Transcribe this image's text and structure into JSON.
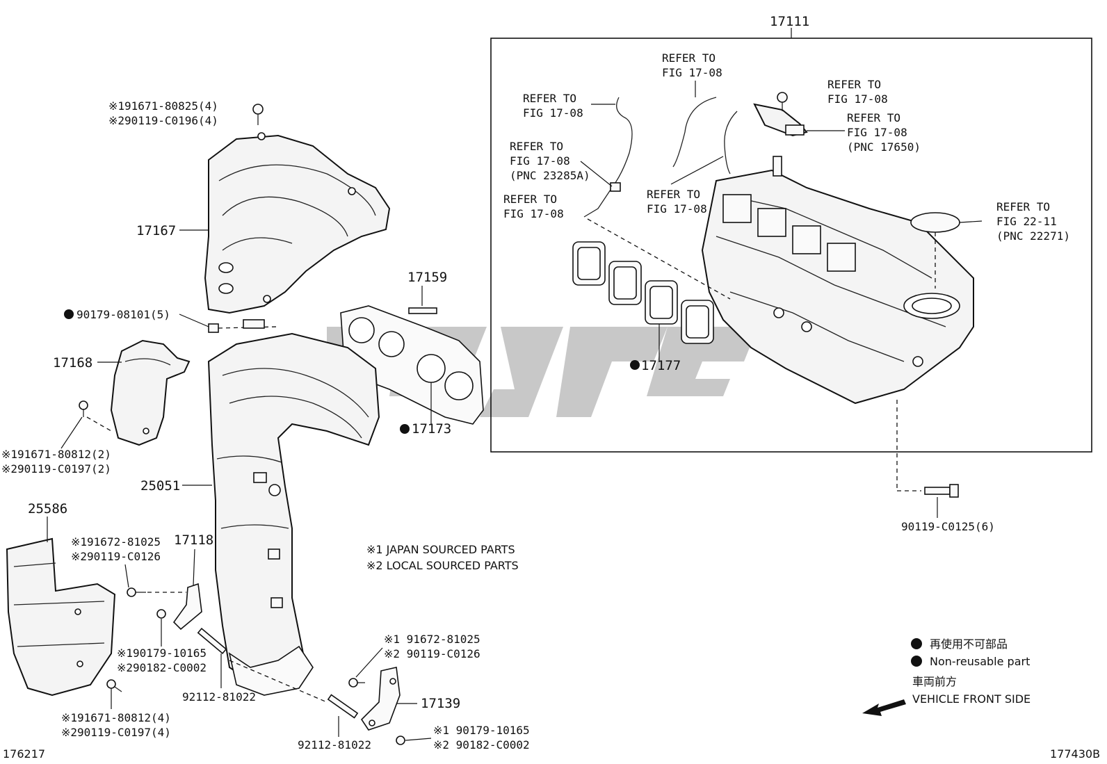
{
  "labels": {
    "p17111": "17111",
    "p17167": "17167",
    "p17159": "17159",
    "p17168": "17168",
    "p17173": "17173",
    "p17177": "17177",
    "p25051": "25051",
    "p25586": "25586",
    "p17118": "17118",
    "p17139": "17139",
    "nut_08101": "90179-08101(5)",
    "bolt_80825_1": "※191671-80825(4)",
    "bolt_80825_2": "※290119-C0196(4)",
    "bolt_80812_a1": "※191671-80812(2)",
    "bolt_80812_a2": "※290119-C0197(2)",
    "bolt_81025_a1": "※191672-81025",
    "bolt_81025_a2": "※290119-C0126",
    "nut_10165_a1": "※190179-10165",
    "nut_10165_a2": "※290182-C0002",
    "stud_81022_a": "92112-81022",
    "stud_81022_b": "92112-81022",
    "bolt_80812_b1": "※191671-80812(4)",
    "bolt_80812_b2": "※290119-C0197(4)",
    "bolt_81025_b1": "※1 91672-81025",
    "bolt_81025_b2": "※2 90119-C0126",
    "nut_10165_b1": "※1 90179-10165",
    "nut_10165_b2": "※2 90182-C0002",
    "bolt_c0125": "90119-C0125(6)",
    "fig_code_left": "176217",
    "fig_code_right": "177430B"
  },
  "refer": {
    "r1_line1": "REFER TO",
    "r1_line2": "FIG 17-08",
    "r2_line1": "REFER TO",
    "r2_line2": "FIG 17-08",
    "r3_line1": "REFER TO",
    "r3_line2": "FIG 17-08",
    "r3_line3": "(PNC 23285A)",
    "r4_line1": "REFER TO",
    "r4_line2": "FIG 17-08",
    "r5_line1": "REFER TO",
    "r5_line2": "FIG 17-08",
    "r6_line1": "REFER TO",
    "r6_line2": "FIG 17-08",
    "r7_line1": "REFER TO",
    "r7_line2": "FIG 17-08",
    "r7_line3": "(PNC 17650)",
    "r8_line1": "REFER TO",
    "r8_line2": "FIG 22-11",
    "r8_line3": "(PNC 22271)"
  },
  "notes": {
    "japan": "※1 JAPAN SOURCED PARTS",
    "local": "※2 LOCAL SOURCED PARTS"
  },
  "legend": {
    "nonreusable_jp": "再使用不可部品",
    "nonreusable_en": "Non-reusable part",
    "front_jp": "車両前方",
    "front_en": "VEHICLE FRONT SIDE"
  }
}
